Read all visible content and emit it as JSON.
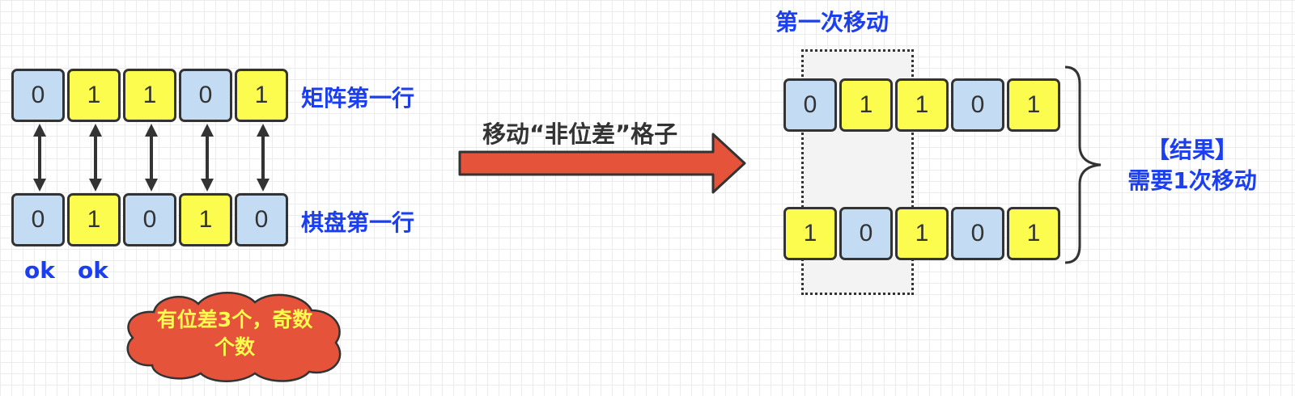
{
  "left": {
    "matrix_row": [
      "0",
      "1",
      "1",
      "0",
      "1"
    ],
    "board_row": [
      "0",
      "1",
      "0",
      "1",
      "0"
    ],
    "matrix_label": "矩阵第一行",
    "board_label": "棋盘第一行",
    "ok_marks": [
      "ok",
      "ok"
    ]
  },
  "cloud_note": {
    "line1": "有位差3个，奇数",
    "line2": "个数"
  },
  "middle": {
    "arrow_label": "移动“非位差”格子"
  },
  "right": {
    "title": "第一次移动",
    "row_top": [
      "0",
      "1",
      "1",
      "0",
      "1"
    ],
    "row_bottom": [
      "1",
      "0",
      "1",
      "0",
      "1"
    ],
    "result_line1": "【结果】",
    "result_line2": "需要1次移动"
  },
  "colors": {
    "blue_cell": "#c3dcf4",
    "yellow_cell": "#fcfc4e",
    "label_blue": "#1a3ef0",
    "arrow_red": "#e5533b",
    "cloud_red": "#e5533b"
  }
}
